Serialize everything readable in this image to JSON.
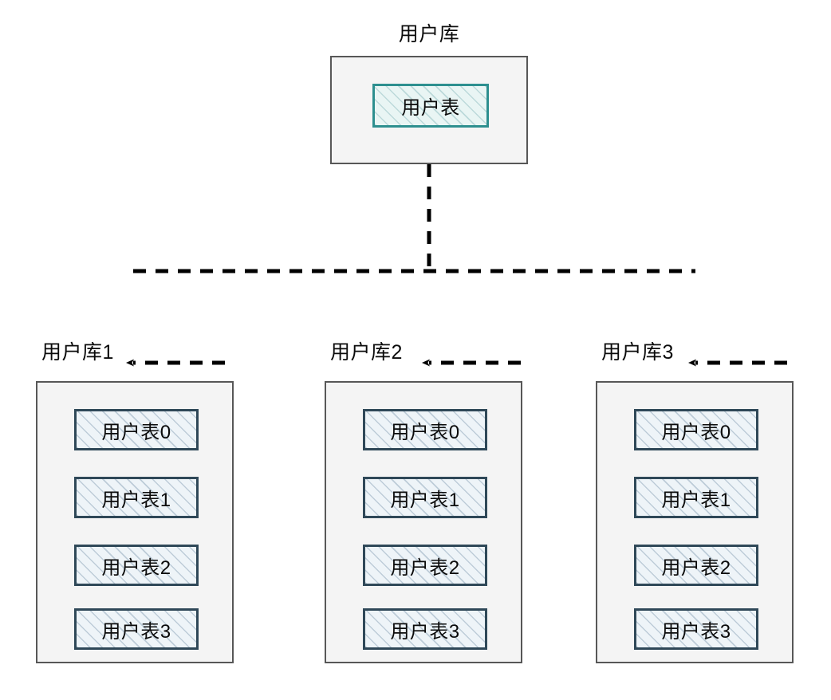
{
  "diagram": {
    "title": "用户库",
    "theme": {
      "container_fill": "#f4f4f4",
      "container_border": "#575757",
      "master_table_border": "#2d8f8f",
      "shard_table_border": "#2f4858",
      "connector_color": "#000000",
      "text_color": "#0b0b0b",
      "page_background": "#ffffff"
    },
    "source": {
      "label": "用户库",
      "tables": [
        {
          "label": "用户表"
        }
      ]
    },
    "shards": [
      {
        "label": "用户库1",
        "tables": [
          {
            "label": "用户表0"
          },
          {
            "label": "用户表1"
          },
          {
            "label": "用户表2"
          },
          {
            "label": "用户表3"
          }
        ]
      },
      {
        "label": "用户库2",
        "tables": [
          {
            "label": "用户表0"
          },
          {
            "label": "用户表1"
          },
          {
            "label": "用户表2"
          },
          {
            "label": "用户表3"
          }
        ]
      },
      {
        "label": "用户库3",
        "tables": [
          {
            "label": "用户表0"
          },
          {
            "label": "用户表1"
          },
          {
            "label": "用户表2"
          },
          {
            "label": "用户表3"
          }
        ]
      }
    ],
    "connectors": {
      "style": "dashed",
      "arrow_head": "filled-triangle",
      "description": "用户库 splits into 用户库1, 用户库2, 用户库3"
    }
  }
}
